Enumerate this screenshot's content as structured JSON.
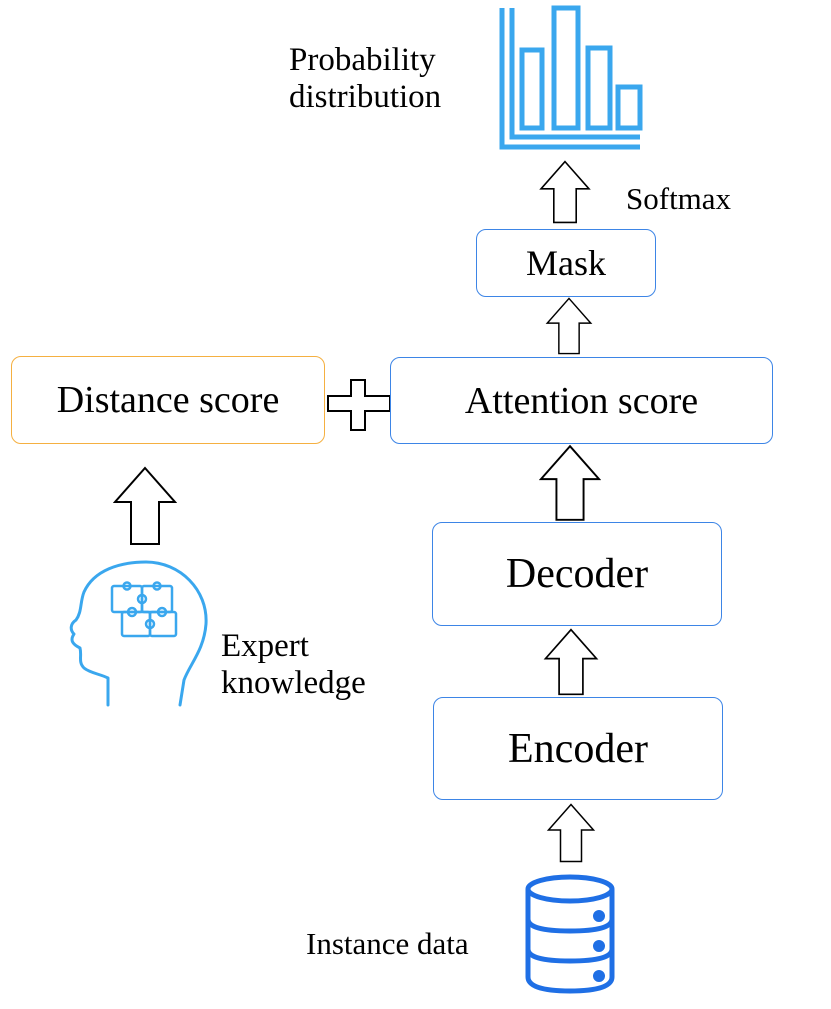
{
  "colors": {
    "box_border": "#3d85e6",
    "distance_border": "#f5b041",
    "icon_blue": "#3aa7ee",
    "db_blue": "#1f6fe5",
    "arrow": "#000000"
  },
  "icons": [
    "bar-chart-icon",
    "head-puzzle-icon",
    "database-icon",
    "plus-icon",
    "up-arrow-icon"
  ],
  "labels": {
    "prob_line1": "Probability",
    "prob_line2": "distribution",
    "softmax": "Softmax",
    "mask": "Mask",
    "distance_score": "Distance score",
    "attention_score": "Attention score",
    "decoder": "Decoder",
    "encoder": "Encoder",
    "expert_line1": "Expert",
    "expert_line2": "knowledge",
    "instance_data": "Instance data"
  }
}
